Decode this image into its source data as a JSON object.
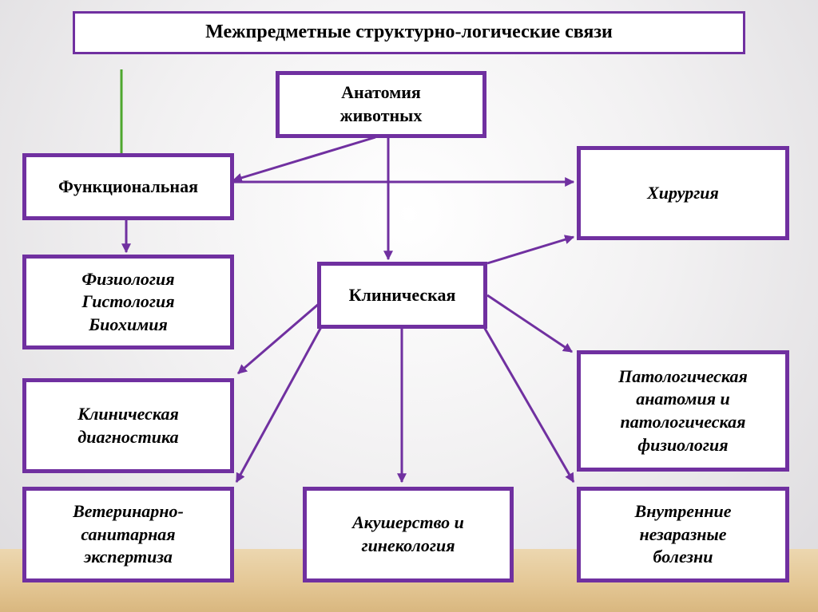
{
  "title": "Межпредметные структурно-логические связи",
  "nodes": {
    "anatomy": "Анатомия\nживотных",
    "functional": "Функциональная",
    "surgery": "Хирургия",
    "physiology": "Физиология\nГистология\nБиохимия",
    "clinical": "Клиническая",
    "clinical_diagnostics": "Клиническая\nдиагностика",
    "pathology": "Патологическая\nанатомия и\nпатологическая\nфизиология",
    "vet_expertise": "Ветеринарно-\nсанитарная\nэкспертиза",
    "obstetrics": "Акушерство и\nгинекология",
    "internal_diseases": "Внутренние\nнезаразные\nболезни"
  },
  "colors": {
    "box_border": "#7030a0",
    "arrow": "#7030a0",
    "accent_line": "#4ea72e"
  }
}
